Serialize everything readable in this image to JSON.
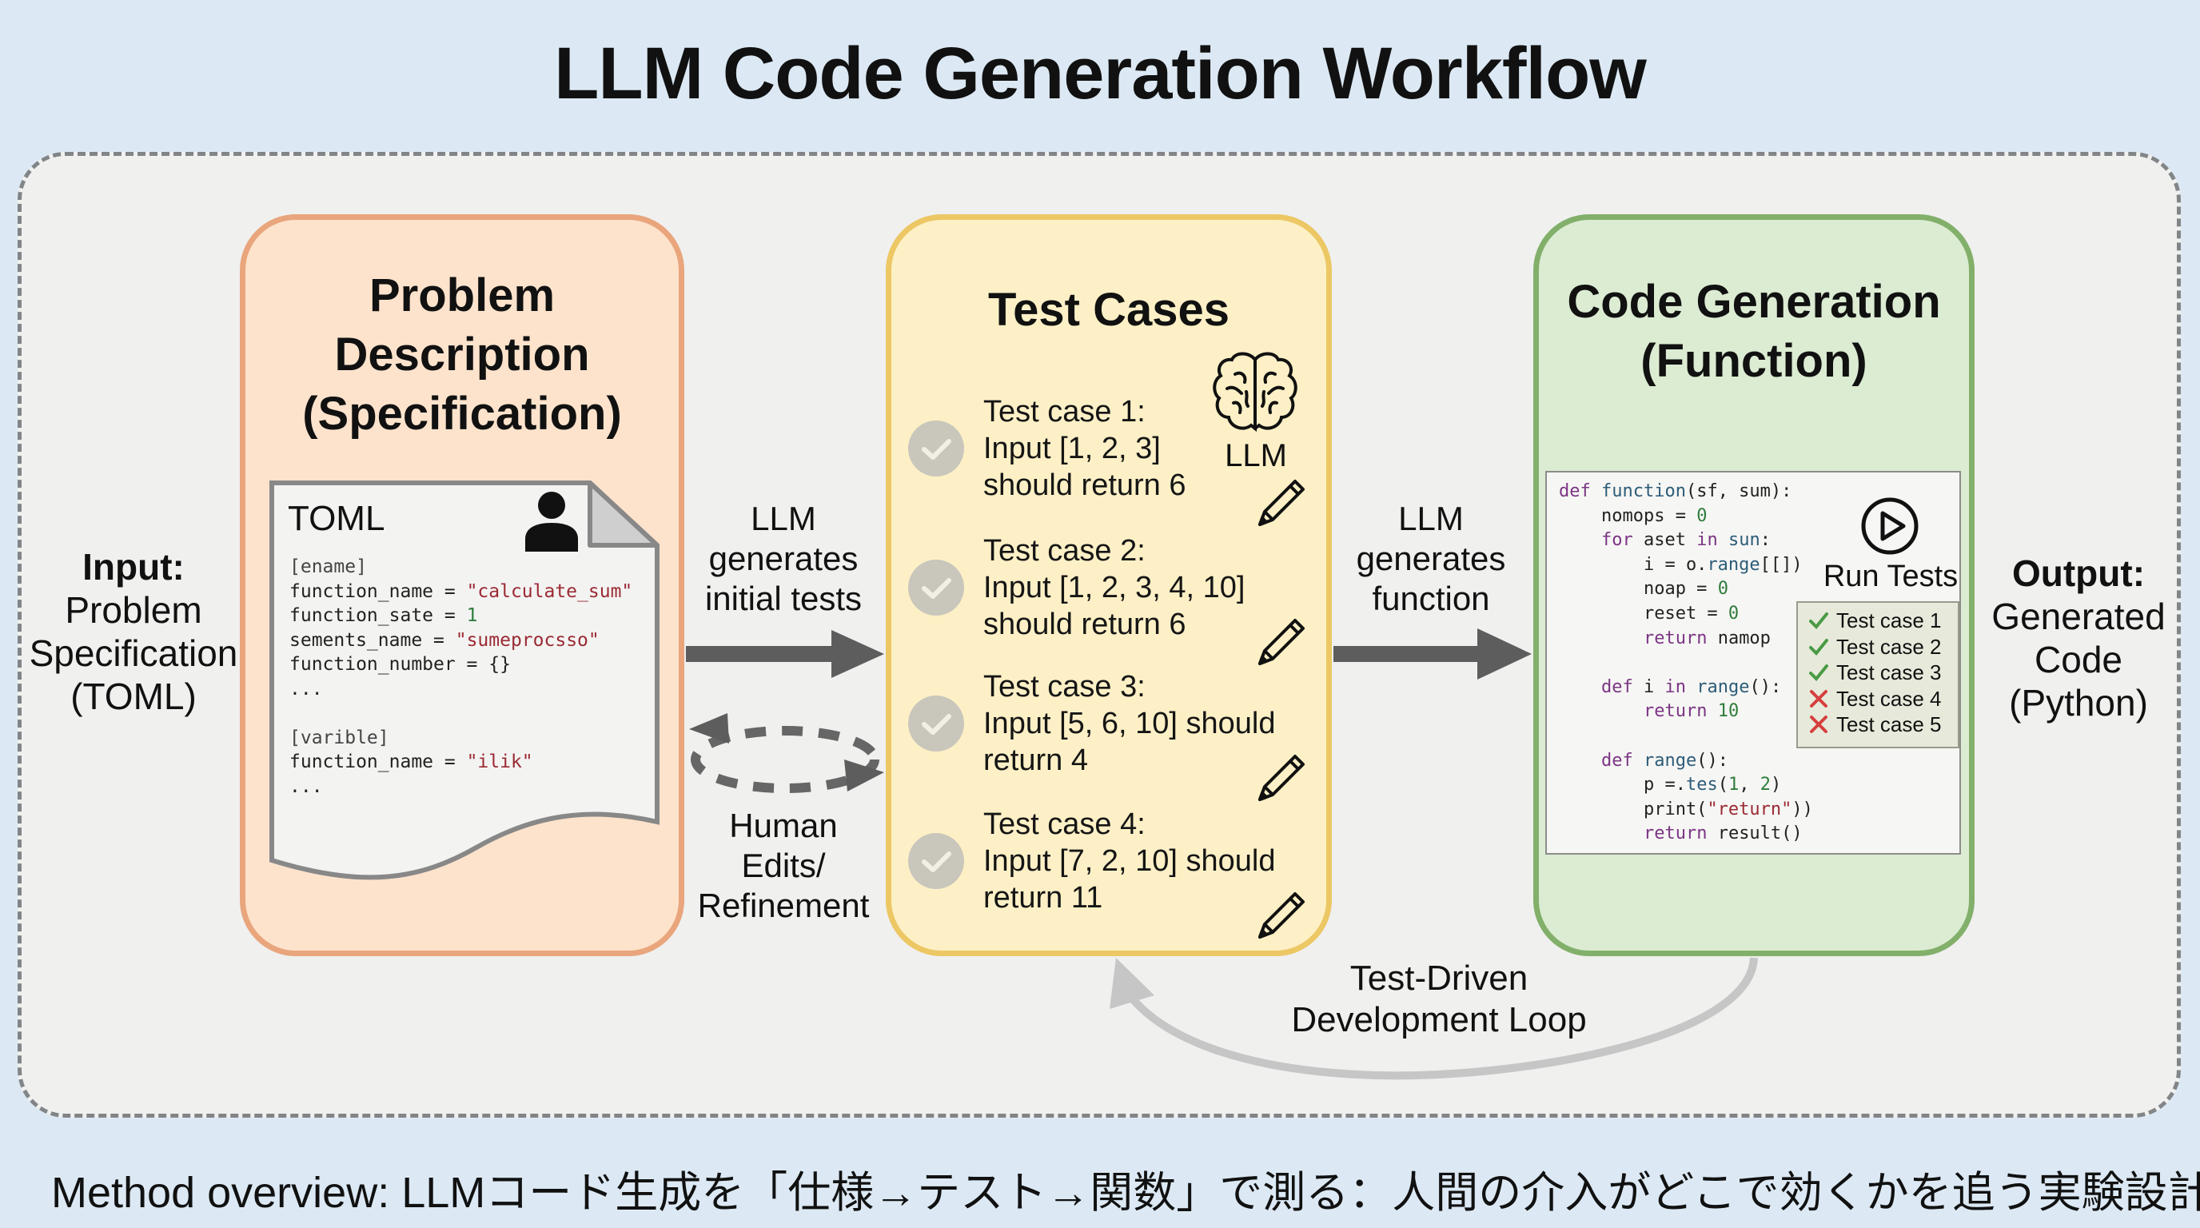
{
  "title": "LLM Code Generation Workflow",
  "input_label": {
    "heading": "Input:",
    "lines": [
      "Problem",
      "Specification",
      "(TOML)"
    ]
  },
  "output_label": {
    "heading": "Output:",
    "lines": [
      "Generated",
      "Code",
      "(Python)"
    ]
  },
  "problem_box": {
    "title_lines": [
      "Problem",
      "Description",
      "(Specification)"
    ],
    "doc_title": "TOML",
    "toml": [
      [
        {
          "t": "[ename]",
          "c": "sec"
        }
      ],
      [
        {
          "t": "function_name = "
        },
        {
          "t": "\"calculate_sum\"",
          "c": "str"
        }
      ],
      [
        {
          "t": "function_sate = "
        },
        {
          "t": "1",
          "c": "num"
        }
      ],
      [
        {
          "t": "sements_name = "
        },
        {
          "t": "\"sumeprocsso\"",
          "c": "str"
        }
      ],
      [
        {
          "t": "function_number = {}"
        }
      ],
      [
        {
          "t": "..."
        }
      ],
      [
        {
          "t": ""
        }
      ],
      [
        {
          "t": "[varible]",
          "c": "sec"
        }
      ],
      [
        {
          "t": "function_name = "
        },
        {
          "t": "\"ilik\"",
          "c": "str"
        }
      ],
      [
        {
          "t": "..."
        }
      ]
    ],
    "icon": "person-icon"
  },
  "arrows": {
    "llm_tests_lines": [
      "LLM",
      "generates",
      "initial tests"
    ],
    "human_lines": [
      "Human",
      "Edits/",
      "Refinement"
    ],
    "llm_function_lines": [
      "LLM",
      "generates",
      "function"
    ],
    "tdd_lines": [
      "Test-Driven",
      "Development Loop"
    ]
  },
  "tests_box": {
    "title": "Test Cases",
    "llm_label": "LLM",
    "icon": "brain-icon",
    "cases": [
      {
        "lines": [
          "Test case 1:",
          "Input [1, 2, 3]",
          "should return 6"
        ]
      },
      {
        "lines": [
          "Test case 2:",
          "Input [1, 2, 3,  4, 10]",
          "should return 6"
        ]
      },
      {
        "lines": [
          "Test case 3:",
          "Input [5, 6, 10] should",
          "return 4"
        ]
      },
      {
        "lines": [
          "Test case 4:",
          "Input [7, 2, 10] should",
          "return 11"
        ]
      }
    ]
  },
  "code_box": {
    "title_lines": [
      "Code Generation",
      "(Function)"
    ],
    "run_label": "Run Tests",
    "code": [
      [
        {
          "t": "def ",
          "c": "kw"
        },
        {
          "t": "function",
          "c": "fn"
        },
        {
          "t": "(sf, sum):"
        }
      ],
      [
        {
          "t": "    nomops = "
        },
        {
          "t": "0",
          "c": "nm"
        }
      ],
      [
        {
          "t": "    "
        },
        {
          "t": "for",
          "c": "kw"
        },
        {
          "t": " aset "
        },
        {
          "t": "in",
          "c": "kw"
        },
        {
          "t": " "
        },
        {
          "t": "sun",
          "c": "fn"
        },
        {
          "t": ":"
        }
      ],
      [
        {
          "t": "        i = o."
        },
        {
          "t": "range",
          "c": "fn"
        },
        {
          "t": "[[])"
        }
      ],
      [
        {
          "t": "        noap = "
        },
        {
          "t": "0",
          "c": "nm"
        }
      ],
      [
        {
          "t": "        reset = "
        },
        {
          "t": "0",
          "c": "nm"
        }
      ],
      [
        {
          "t": "        "
        },
        {
          "t": "return",
          "c": "kw"
        },
        {
          "t": " namop"
        }
      ],
      [
        {
          "t": ""
        }
      ],
      [
        {
          "t": "    "
        },
        {
          "t": "def",
          "c": "kw"
        },
        {
          "t": " i "
        },
        {
          "t": "in",
          "c": "kw"
        },
        {
          "t": " "
        },
        {
          "t": "range",
          "c": "fn"
        },
        {
          "t": "():"
        }
      ],
      [
        {
          "t": "        "
        },
        {
          "t": "return",
          "c": "kw"
        },
        {
          "t": " "
        },
        {
          "t": "10",
          "c": "nm"
        }
      ],
      [
        {
          "t": ""
        }
      ],
      [
        {
          "t": "    "
        },
        {
          "t": "def",
          "c": "kw"
        },
        {
          "t": " "
        },
        {
          "t": "range",
          "c": "fn"
        },
        {
          "t": "():"
        }
      ],
      [
        {
          "t": "        p =."
        },
        {
          "t": "tes",
          "c": "fn"
        },
        {
          "t": "("
        },
        {
          "t": "1",
          "c": "nm"
        },
        {
          "t": ", "
        },
        {
          "t": "2",
          "c": "nm"
        },
        {
          "t": ")"
        }
      ],
      [
        {
          "t": "        print("
        },
        {
          "t": "\"return\"",
          "c": "st"
        },
        {
          "t": "))"
        }
      ],
      [
        {
          "t": "        "
        },
        {
          "t": "return",
          "c": "kw"
        },
        {
          "t": " result()"
        }
      ]
    ],
    "results": [
      {
        "label": "Test case 1",
        "status": "pass"
      },
      {
        "label": "Test case 2",
        "status": "pass"
      },
      {
        "label": "Test case 3",
        "status": "pass"
      },
      {
        "label": "Test case 4",
        "status": "fail"
      },
      {
        "label": "Test case 5",
        "status": "fail"
      }
    ]
  },
  "colors": {
    "pass": "#4a9a45",
    "fail": "#d63f3f"
  },
  "subtitle": "Method overview: LLMコード生成を「仕様→テスト→関数」で測る：人間の介入がどこで効くかを追う実験設計"
}
